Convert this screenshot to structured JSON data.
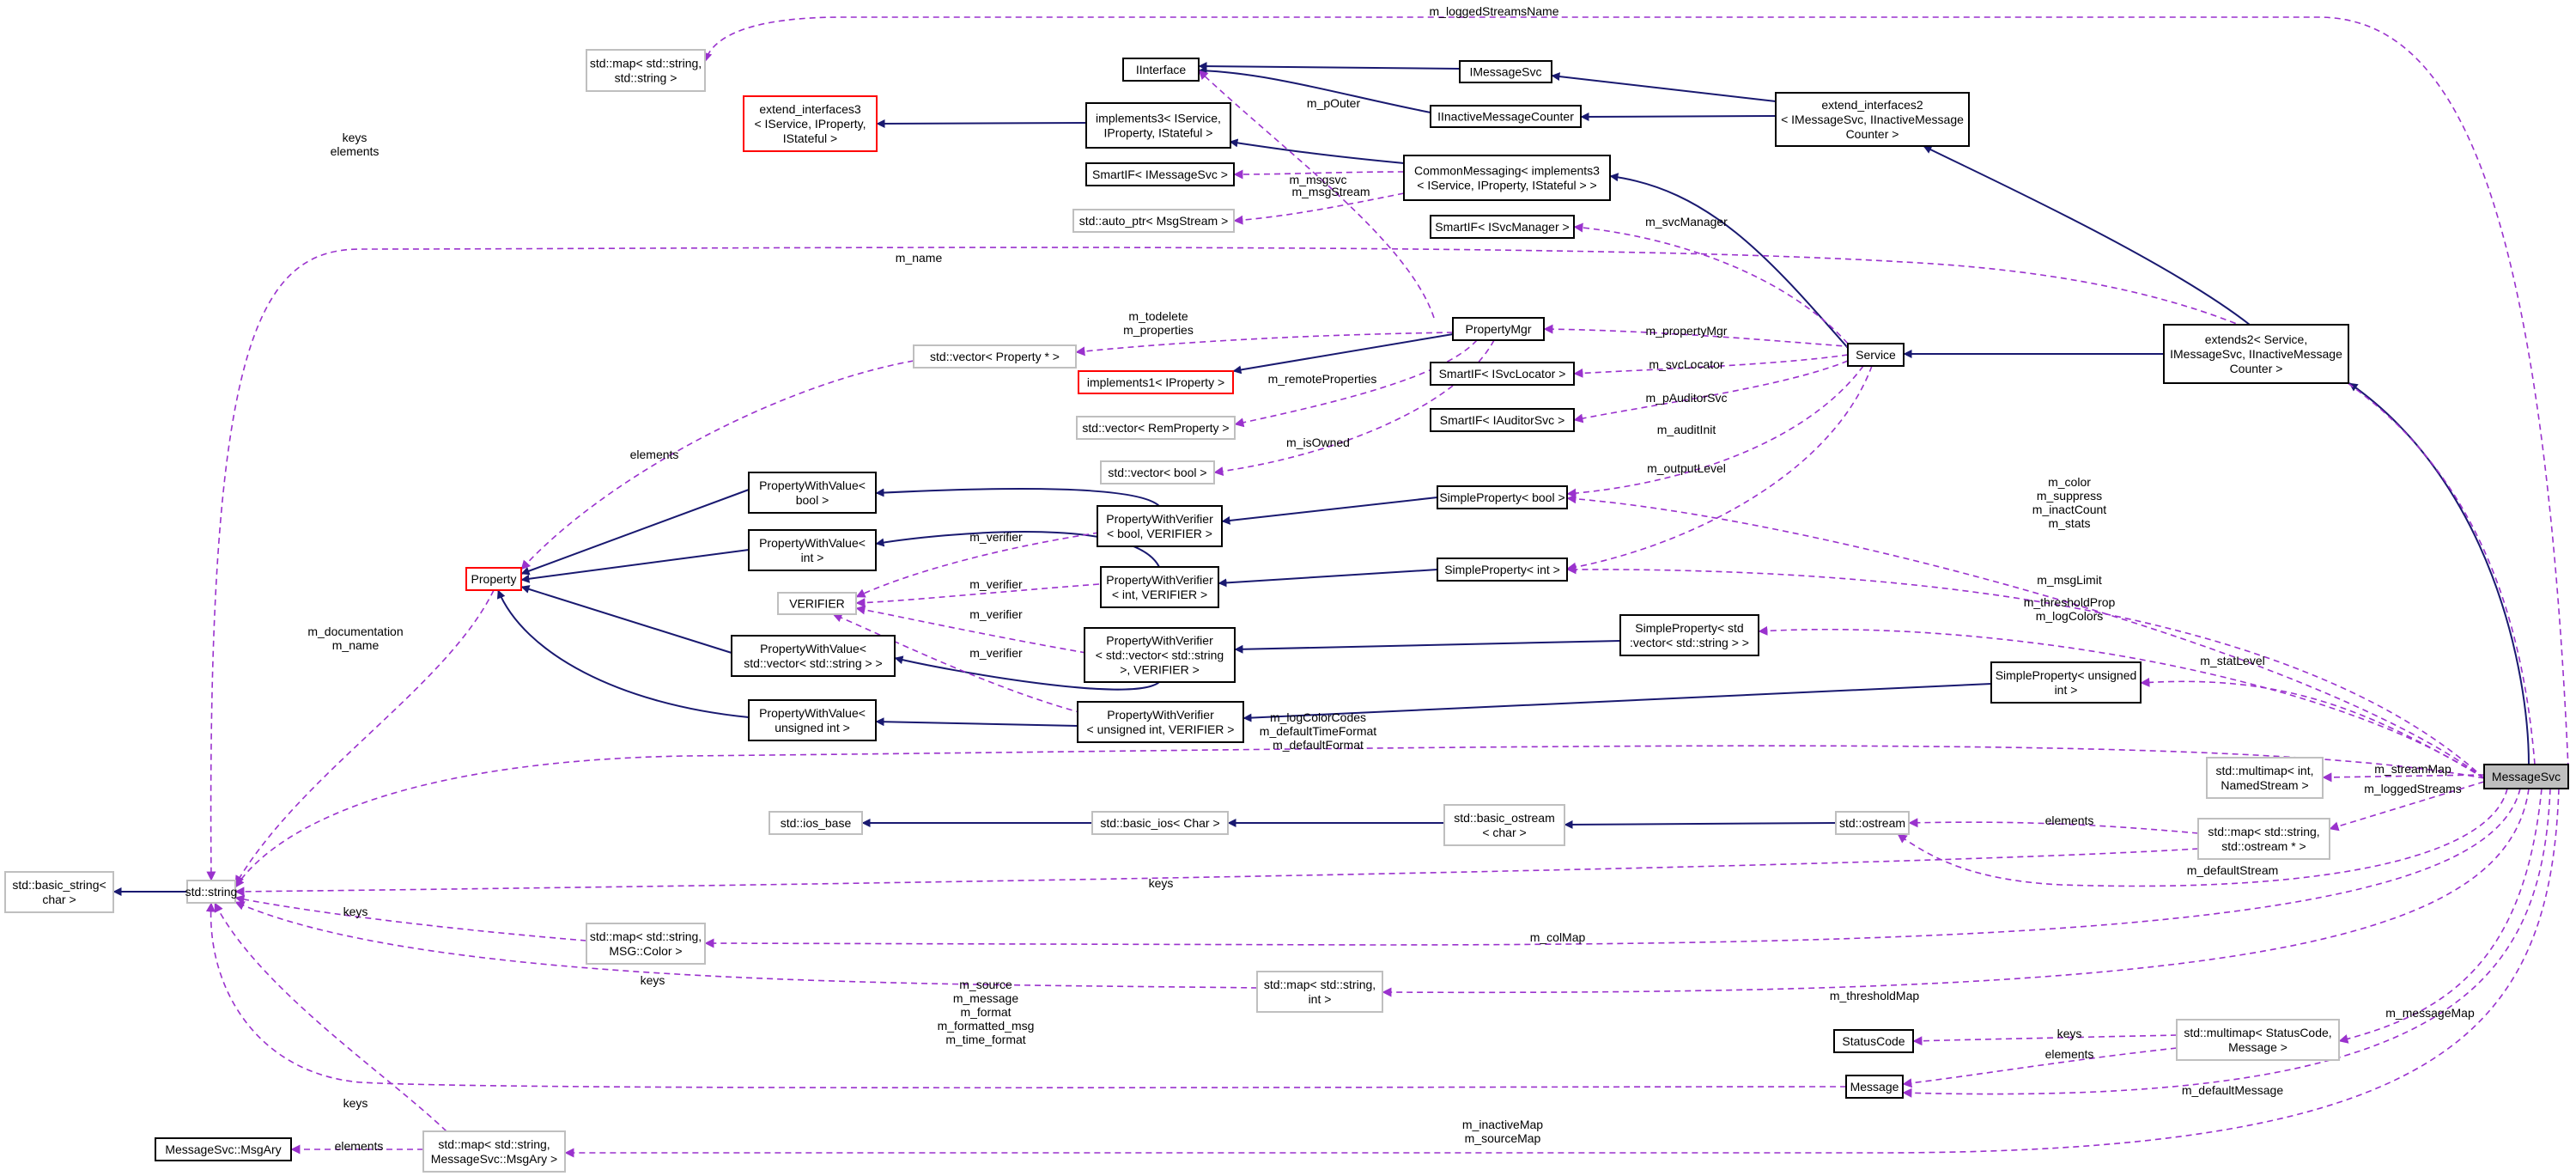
{
  "diagram": {
    "nodes": [
      {
        "id": "MessageSvc",
        "lines": [
          "MessageSvc"
        ],
        "style": "focus"
      },
      {
        "id": "extends2",
        "lines": [
          "extends2< Service,",
          "IMessageSvc, IInactiveMessage",
          "Counter >"
        ],
        "style": "black"
      },
      {
        "id": "Service",
        "lines": [
          "Service"
        ],
        "style": "black"
      },
      {
        "id": "extend_interfaces2",
        "lines": [
          "extend_interfaces2",
          "< IMessageSvc, IInactiveMessage",
          "Counter >"
        ],
        "style": "black"
      },
      {
        "id": "IMessageSvc",
        "lines": [
          "IMessageSvc"
        ],
        "style": "black"
      },
      {
        "id": "IInactiveMessageCounter",
        "lines": [
          "IInactiveMessageCounter"
        ],
        "style": "black"
      },
      {
        "id": "IInterface",
        "lines": [
          "IInterface"
        ],
        "style": "black"
      },
      {
        "id": "extend_interfaces3",
        "lines": [
          "extend_interfaces3",
          "< IService, IProperty,",
          "IStateful >"
        ],
        "style": "red"
      },
      {
        "id": "implements3",
        "lines": [
          "implements3< IService,",
          "IProperty, IStateful >"
        ],
        "style": "black"
      },
      {
        "id": "CommonMessaging",
        "lines": [
          "CommonMessaging< implements3",
          "< IService, IProperty, IStateful > >"
        ],
        "style": "black"
      },
      {
        "id": "SmartIF_IMessageSvc",
        "lines": [
          "SmartIF< IMessageSvc >"
        ],
        "style": "black"
      },
      {
        "id": "auto_ptr_MsgStream",
        "lines": [
          "std::auto_ptr< MsgStream >"
        ],
        "style": "gray"
      },
      {
        "id": "SmartIF_ISvcManager",
        "lines": [
          "SmartIF< ISvcManager >"
        ],
        "style": "black"
      },
      {
        "id": "PropertyMgr",
        "lines": [
          "PropertyMgr"
        ],
        "style": "black"
      },
      {
        "id": "implements1",
        "lines": [
          "implements1< IProperty >"
        ],
        "style": "red"
      },
      {
        "id": "vector_Property",
        "lines": [
          "std::vector< Property * >"
        ],
        "style": "gray"
      },
      {
        "id": "vector_RemProperty",
        "lines": [
          "std::vector< RemProperty >"
        ],
        "style": "gray"
      },
      {
        "id": "vector_bool",
        "lines": [
          "std::vector< bool >"
        ],
        "style": "gray"
      },
      {
        "id": "SmartIF_ISvcLocator",
        "lines": [
          "SmartIF< ISvcLocator >"
        ],
        "style": "black"
      },
      {
        "id": "SmartIF_IAuditorSvc",
        "lines": [
          "SmartIF< IAuditorSvc >"
        ],
        "style": "black"
      },
      {
        "id": "map_string_string",
        "lines": [
          "std::map< std::string,",
          "std::string >"
        ],
        "style": "gray"
      },
      {
        "id": "Property",
        "lines": [
          "Property"
        ],
        "style": "red"
      },
      {
        "id": "PWV_bool",
        "lines": [
          "PropertyWithValue<",
          "bool >"
        ],
        "style": "black"
      },
      {
        "id": "PWV_int",
        "lines": [
          "PropertyWithValue<",
          "int >"
        ],
        "style": "black"
      },
      {
        "id": "PWV_vecstring",
        "lines": [
          "PropertyWithValue<",
          "std::vector< std::string > >"
        ],
        "style": "black"
      },
      {
        "id": "PWV_uint",
        "lines": [
          "PropertyWithValue<",
          "unsigned int >"
        ],
        "style": "black"
      },
      {
        "id": "VERIFIER",
        "lines": [
          "VERIFIER"
        ],
        "style": "gray"
      },
      {
        "id": "PWVer_bool",
        "lines": [
          "PropertyWithVerifier",
          "< bool, VERIFIER >"
        ],
        "style": "black"
      },
      {
        "id": "PWVer_int",
        "lines": [
          "PropertyWithVerifier",
          "< int, VERIFIER >"
        ],
        "style": "black"
      },
      {
        "id": "PWVer_vecstring",
        "lines": [
          "PropertyWithVerifier",
          "< std::vector< std::string",
          ">, VERIFIER >"
        ],
        "style": "black"
      },
      {
        "id": "PWVer_uint",
        "lines": [
          "PropertyWithVerifier",
          "< unsigned int, VERIFIER >"
        ],
        "style": "black"
      },
      {
        "id": "SimpleProperty_bool",
        "lines": [
          "SimpleProperty< bool >"
        ],
        "style": "black"
      },
      {
        "id": "SimpleProperty_int",
        "lines": [
          "SimpleProperty< int >"
        ],
        "style": "black"
      },
      {
        "id": "SimpleProperty_vecstring",
        "lines": [
          "SimpleProperty< std",
          ":vector< std::string > >"
        ],
        "style": "black"
      },
      {
        "id": "SimpleProperty_uint",
        "lines": [
          "SimpleProperty< unsigned",
          "int >"
        ],
        "style": "black"
      },
      {
        "id": "basic_string",
        "lines": [
          "std::basic_string<",
          "char >"
        ],
        "style": "gray"
      },
      {
        "id": "string",
        "lines": [
          "std::string"
        ],
        "style": "gray"
      },
      {
        "id": "ios_base",
        "lines": [
          "std::ios_base"
        ],
        "style": "gray"
      },
      {
        "id": "basic_ios",
        "lines": [
          "std::basic_ios< Char >"
        ],
        "style": "gray"
      },
      {
        "id": "basic_ostream",
        "lines": [
          "std::basic_ostream",
          "< char >"
        ],
        "style": "gray"
      },
      {
        "id": "ostream",
        "lines": [
          "std::ostream"
        ],
        "style": "gray"
      },
      {
        "id": "multimap_int_NamedStream",
        "lines": [
          "std::multimap< int,",
          "NamedStream >"
        ],
        "style": "gray"
      },
      {
        "id": "map_string_ostream",
        "lines": [
          "std::map< std::string,",
          "std::ostream * >"
        ],
        "style": "gray"
      },
      {
        "id": "map_string_Color",
        "lines": [
          "std::map< std::string,",
          "MSG::Color >"
        ],
        "style": "gray"
      },
      {
        "id": "map_string_int",
        "lines": [
          "std::map< std::string,",
          "int >"
        ],
        "style": "gray"
      },
      {
        "id": "StatusCode",
        "lines": [
          "StatusCode"
        ],
        "style": "black"
      },
      {
        "id": "multimap_StatusCode_Message",
        "lines": [
          "std::multimap< StatusCode,",
          "Message >"
        ],
        "style": "gray"
      },
      {
        "id": "Message",
        "lines": [
          "Message"
        ],
        "style": "black"
      },
      {
        "id": "MsgAry",
        "lines": [
          "MessageSvc::MsgAry"
        ],
        "style": "black"
      },
      {
        "id": "map_string_MsgAry",
        "lines": [
          "std::map< std::string,",
          "MessageSvc::MsgAry >"
        ],
        "style": "gray"
      }
    ],
    "edge_labels": [
      {
        "id": "loggedStreamsName",
        "lines": [
          "m_loggedStreamsName"
        ]
      },
      {
        "id": "keys_elements_mapss",
        "lines": [
          "keys",
          "elements"
        ]
      },
      {
        "id": "pOuter",
        "lines": [
          "m_pOuter"
        ]
      },
      {
        "id": "msgsvc",
        "lines": [
          "m_msgsvc"
        ]
      },
      {
        "id": "msgStream",
        "lines": [
          "m_msgStream"
        ]
      },
      {
        "id": "svcManager",
        "lines": [
          "m_svcManager"
        ]
      },
      {
        "id": "name_string",
        "lines": [
          "m_name"
        ]
      },
      {
        "id": "todelete",
        "lines": [
          "m_todelete",
          "m_properties"
        ]
      },
      {
        "id": "propertyMgr",
        "lines": [
          "m_propertyMgr"
        ]
      },
      {
        "id": "remoteProperties",
        "lines": [
          "m_remoteProperties"
        ]
      },
      {
        "id": "svcLocator",
        "lines": [
          "m_svcLocator"
        ]
      },
      {
        "id": "pAuditorSvc",
        "lines": [
          "m_pAuditorSvc"
        ]
      },
      {
        "id": "isOwned",
        "lines": [
          "m_isOwned"
        ]
      },
      {
        "id": "auditInit",
        "lines": [
          "m_auditInit"
        ]
      },
      {
        "id": "elements_vecprop",
        "lines": [
          "elements"
        ]
      },
      {
        "id": "outputLevel",
        "lines": [
          "m_outputLevel"
        ]
      },
      {
        "id": "color_group",
        "lines": [
          "m_color",
          "m_suppress",
          "m_inactCount",
          "m_stats"
        ]
      },
      {
        "id": "verifier1",
        "lines": [
          "m_verifier"
        ]
      },
      {
        "id": "verifier2",
        "lines": [
          "m_verifier"
        ]
      },
      {
        "id": "verifier3",
        "lines": [
          "m_verifier"
        ]
      },
      {
        "id": "verifier4",
        "lines": [
          "m_verifier"
        ]
      },
      {
        "id": "msgLimit",
        "lines": [
          "m_msgLimit"
        ]
      },
      {
        "id": "thresholdProp",
        "lines": [
          "m_thresholdProp",
          "m_logColors"
        ]
      },
      {
        "id": "documentation",
        "lines": [
          "m_documentation",
          "m_name"
        ]
      },
      {
        "id": "statLevel",
        "lines": [
          "m_statLevel"
        ]
      },
      {
        "id": "logColorCodes",
        "lines": [
          "m_logColorCodes",
          "m_defaultTimeFormat",
          "m_defaultFormat"
        ]
      },
      {
        "id": "streamMap",
        "lines": [
          "m_streamMap"
        ]
      },
      {
        "id": "loggedStreams",
        "lines": [
          "m_loggedStreams"
        ]
      },
      {
        "id": "elements_ostream",
        "lines": [
          "elements"
        ]
      },
      {
        "id": "keys_ostream",
        "lines": [
          "keys"
        ]
      },
      {
        "id": "defaultStream",
        "lines": [
          "m_defaultStream"
        ]
      },
      {
        "id": "keys_color",
        "lines": [
          "keys"
        ]
      },
      {
        "id": "colMap",
        "lines": [
          "m_colMap"
        ]
      },
      {
        "id": "keys_int",
        "lines": [
          "keys"
        ]
      },
      {
        "id": "thresholdMap",
        "lines": [
          "m_thresholdMap"
        ]
      },
      {
        "id": "messageMap",
        "lines": [
          "m_messageMap"
        ]
      },
      {
        "id": "keys_statuscode",
        "lines": [
          "keys"
        ]
      },
      {
        "id": "elements_message",
        "lines": [
          "elements"
        ]
      },
      {
        "id": "message_fields",
        "lines": [
          "m_source",
          "m_message",
          "m_format",
          "m_formatted_msg",
          "m_time_format"
        ]
      },
      {
        "id": "defaultMessage",
        "lines": [
          "m_defaultMessage"
        ]
      },
      {
        "id": "keys_msgary",
        "lines": [
          "keys"
        ]
      },
      {
        "id": "elements_msgary",
        "lines": [
          "elements"
        ]
      },
      {
        "id": "inactiveMap",
        "lines": [
          "m_inactiveMap",
          "m_sourceMap"
        ]
      }
    ]
  }
}
